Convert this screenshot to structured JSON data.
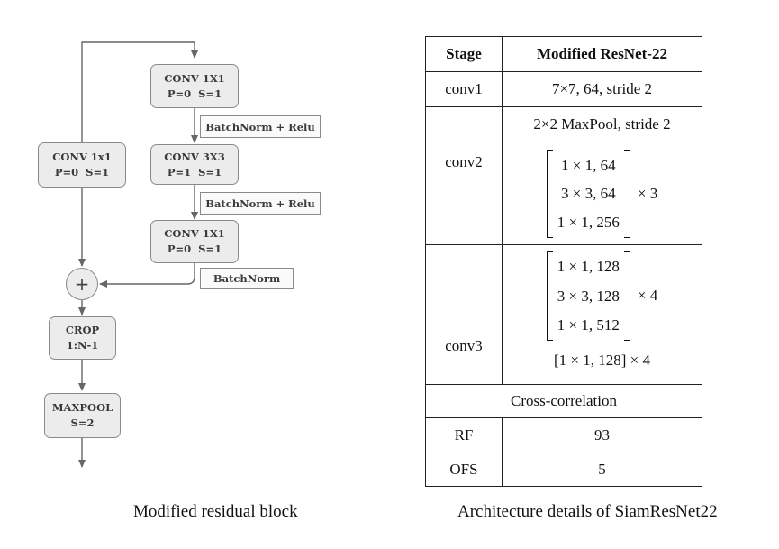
{
  "diagram": {
    "shortcut_conv": {
      "title": "CONV 1x1",
      "params": "P=0  S=1"
    },
    "conv_a": {
      "title": "CONV 1X1",
      "params": "P=0  S=1"
    },
    "conv_b": {
      "title": "CONV 3X3",
      "params": "P=1  S=1"
    },
    "conv_c": {
      "title": "CONV 1X1",
      "params": "P=0  S=1"
    },
    "label_1": "BatchNorm + Relu",
    "label_2": "BatchNorm + Relu",
    "label_3": "BatchNorm",
    "add_symbol": "+",
    "crop": {
      "title": "CROP",
      "params": "1:N-1"
    },
    "maxpool": {
      "title": "MAXPOOL",
      "params": "S=2"
    },
    "caption": "Modified residual block"
  },
  "table": {
    "headers": {
      "stage": "Stage",
      "model": "Modified ResNet-22"
    },
    "conv1": {
      "stage": "conv1",
      "value": "7×7, 64, stride 2"
    },
    "pool": {
      "stage": "",
      "value": "2×2 MaxPool, stride 2"
    },
    "conv2": {
      "stage": "conv2",
      "rows": [
        "1 × 1, 64",
        "3 × 3, 64",
        "1 × 1, 256"
      ],
      "mult": "× 3"
    },
    "conv3": {
      "stage": "conv3",
      "rows": [
        "1 × 1, 128",
        "3 × 3, 128",
        "1 × 1, 512"
      ],
      "mult": "× 4",
      "extra": "[1 × 1, 128] × 4"
    },
    "xcorr": "Cross-correlation",
    "rf": {
      "stage": "RF",
      "value": "93"
    },
    "ofs": {
      "stage": "OFS",
      "value": "5"
    },
    "caption": "Architecture details of SiamResNet22"
  }
}
